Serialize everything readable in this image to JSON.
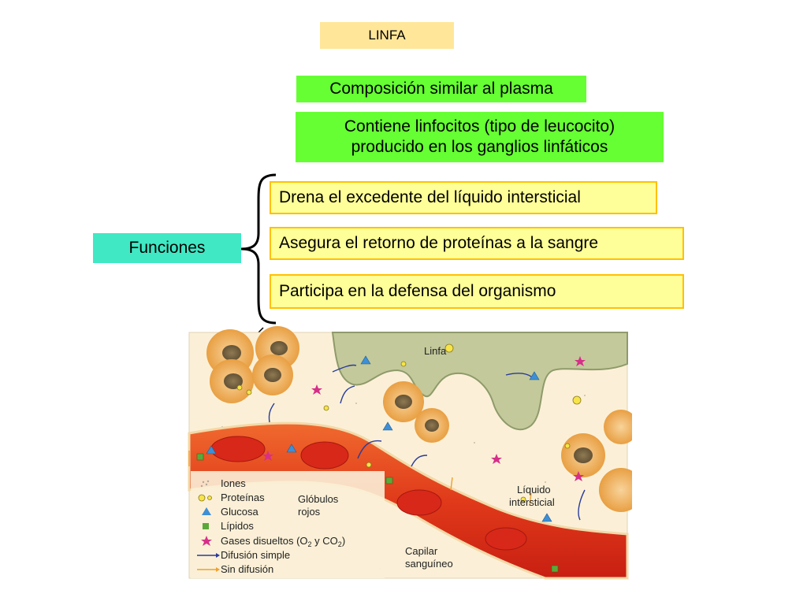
{
  "title": "LINFA",
  "composition": [
    "Composición similar al plasma",
    "Contiene linfocitos (tipo de leucocito)",
    "producido en los ganglios linfáticos"
  ],
  "functions_label": "Funciones",
  "functions": [
    "Drena el excedente del líquido intersticial",
    "Asegura el retorno de proteínas a la sangre",
    "Participa en la defensa del organismo"
  ],
  "illustration": {
    "labels": {
      "lymph": "Linfa",
      "red_cells_1": "Glóbulos",
      "red_cells_2": "rojos",
      "interstitial_1": "Líquido",
      "interstitial_2": "intersticial",
      "capillary_1": "Capilar",
      "capillary_2": "sanguíneo"
    },
    "legend": {
      "ions": "Iones",
      "proteins": "Proteínas",
      "glucose": "Glucosa",
      "lipids": "Lípidos",
      "gases_prefix": "Gases disueltos (O",
      "gases_sub1": "2",
      "gases_mid": " y CO",
      "gases_sub2": "2",
      "gases_suffix": ")",
      "simple_diffusion": "Difusión simple",
      "no_diffusion": "Sin difusión"
    }
  }
}
